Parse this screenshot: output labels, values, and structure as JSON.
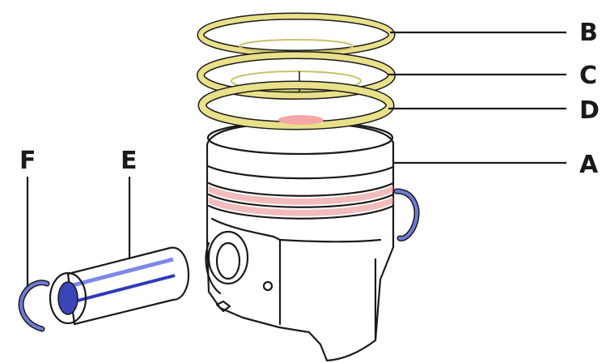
{
  "labels": {
    "a": "A",
    "b": "B",
    "c": "C",
    "d": "D",
    "e": "E",
    "f": "F"
  },
  "colors": {
    "piston": "#f5a7a7",
    "piston_shade": "#e98f8f",
    "rings": "#e9e08a",
    "pin": "#4a56d8",
    "circlip": "#6f7ad8",
    "line": "#1a1a1a"
  },
  "icons": {
    "piston": "piston-body",
    "ring": "piston-ring",
    "pin": "gudgeon-pin",
    "clip": "circlip"
  }
}
